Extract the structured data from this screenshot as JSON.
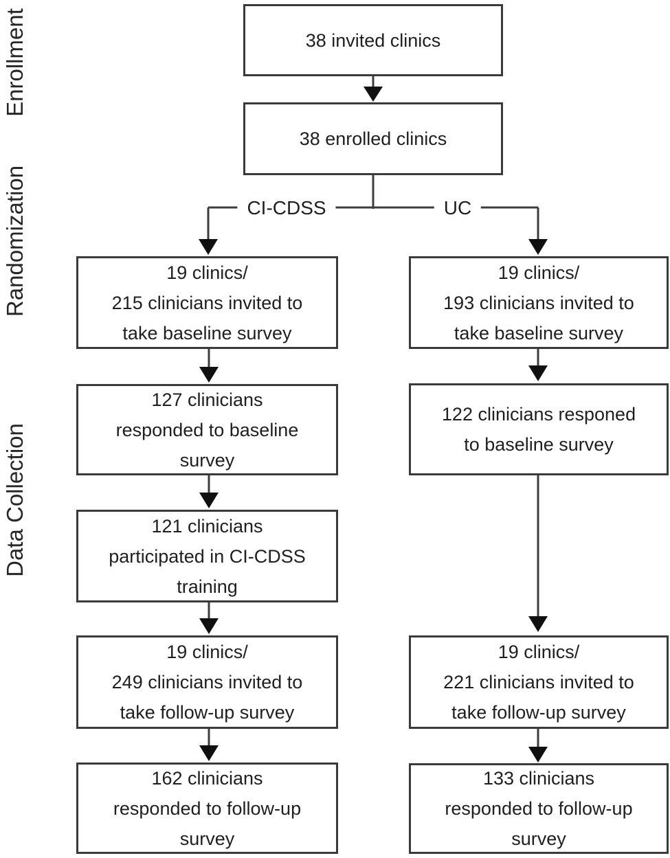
{
  "colors": {
    "background": "#ffffff",
    "border": "#3a3a3a",
    "line": "#3d3d3d",
    "arrowhead": "#101010",
    "text": "#1f1f1f"
  },
  "stage_labels": [
    {
      "label": "Enrollment"
    },
    {
      "label": "Randomization"
    },
    {
      "label": "Data Collection"
    }
  ],
  "arms": {
    "left": "CI-CDSS",
    "right": "UC"
  },
  "nodes": {
    "invited_clinics": "38 invited clinics",
    "enrolled_clinics": "38 enrolled clinics",
    "cicdss_baseline_invited": "19 clinics/\n215 clinicians invited to\ntake baseline survey",
    "cicdss_baseline_responded": "127 clinicians\nresponded to baseline\nsurvey",
    "cicdss_training": "121 clinicians\nparticipated in CI-CDSS\ntraining",
    "cicdss_followup_invited": "19 clinics/\n249 clinicians invited to\ntake follow-up survey",
    "cicdss_followup_responded": "162 clinicians\nresponded to follow-up\nsurvey",
    "uc_baseline_invited": "19 clinics/\n193 clinicians invited to\ntake baseline survey",
    "uc_baseline_responded": "122 clinicians responed\nto baseline survey",
    "uc_followup_invited": "19 clinics/\n221 clinicians invited to\ntake follow-up survey",
    "uc_followup_responded": "133 clinicians\nresponded to follow-up\nsurvey"
  }
}
